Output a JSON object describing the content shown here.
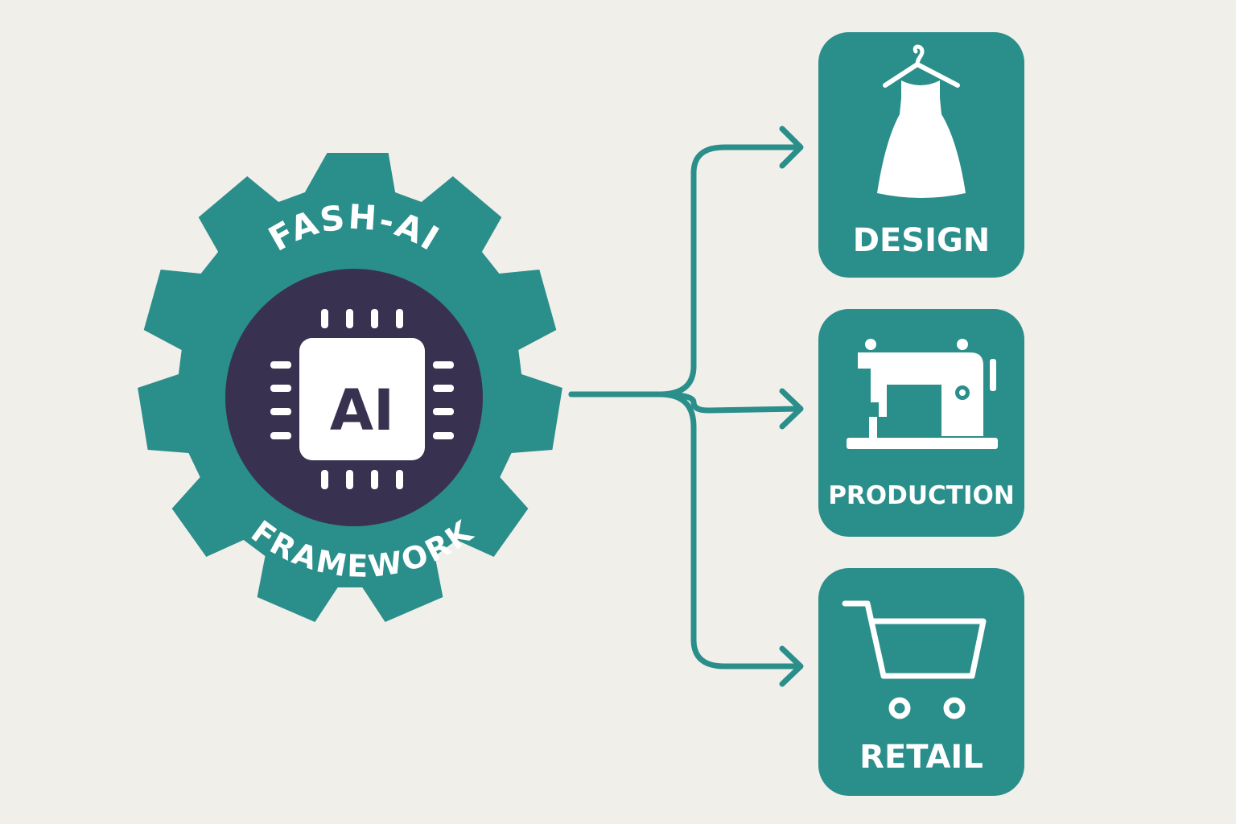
{
  "colors": {
    "background": "#f1efea",
    "teal": "#2a8e8b",
    "purple": "#393150",
    "white": "#ffffff"
  },
  "hub": {
    "top_label": "FASH-AI",
    "bottom_label": "FRAMEWORK",
    "chip_label": "AI",
    "icon": "gear-icon",
    "chip_icon": "ai-chip-icon"
  },
  "stages": [
    {
      "label": "DESIGN",
      "icon": "dress-on-hanger-icon"
    },
    {
      "label": "PRODUCTION",
      "icon": "sewing-machine-icon"
    },
    {
      "label": "RETAIL",
      "icon": "shopping-cart-icon"
    }
  ]
}
